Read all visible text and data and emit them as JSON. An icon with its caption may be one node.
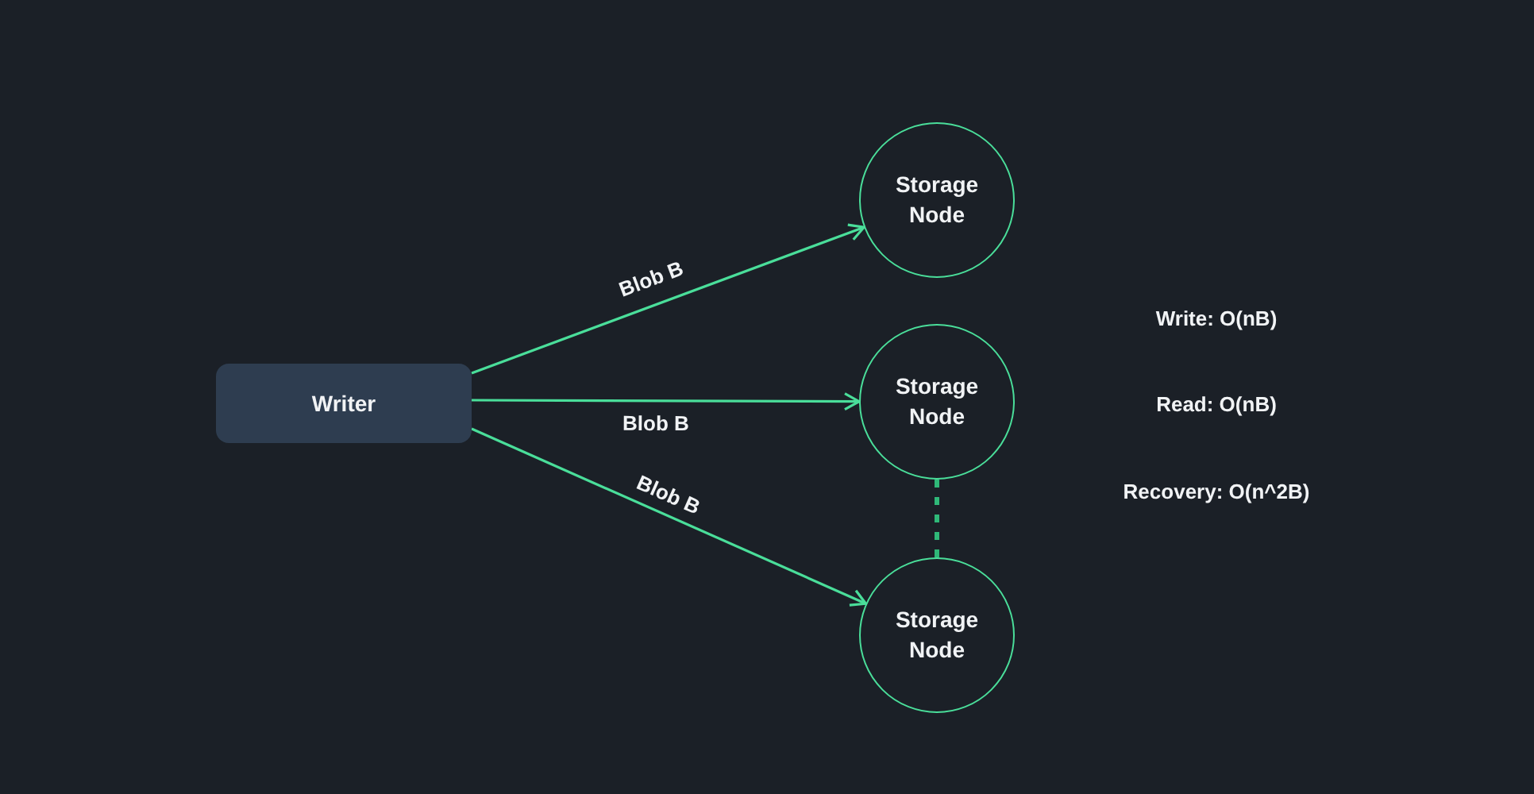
{
  "diagram": {
    "nodes": [
      {
        "text": [
          "Writer"
        ]
      },
      {
        "text": [
          "Storage Node"
        ]
      },
      {
        "text": [
          "Storage Node"
        ]
      },
      {
        "text": [
          "Storage Node"
        ]
      }
    ],
    "edges": [
      {
        "from": 0,
        "to": 1,
        "arrow": "to",
        "label": "Blob B"
      },
      {
        "from": 0,
        "to": 2,
        "arrow": "to",
        "label": "Blob B"
      },
      {
        "from": 0,
        "to": 3,
        "arrow": "to",
        "label": "Blob B"
      },
      {
        "from": 2,
        "to": 3,
        "arrow": "none",
        "style": "dashed",
        "color": "#2fb878"
      }
    ],
    "labels": [
      "Write: O(nB)",
      "Read: O(nB)",
      "Recovery: O(n^2B)"
    ]
  }
}
